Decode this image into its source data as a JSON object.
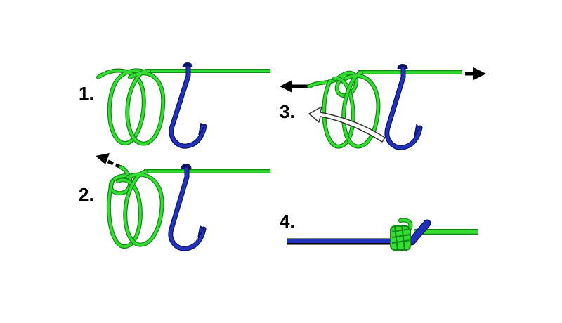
{
  "steps": [
    {
      "label": "1."
    },
    {
      "label": "2."
    },
    {
      "label": "3."
    },
    {
      "label": "4."
    }
  ],
  "colors": {
    "line": "#33dd33",
    "line_dark": "#118811",
    "hook": "#2233bb",
    "hook_dark": "#0a1266",
    "arrow": "#000000",
    "pull_arrow_fill": "#ffffff"
  },
  "icons": [
    "hook-icon",
    "line-coil",
    "direction-arrow",
    "pull-through-arrow",
    "finished-knot"
  ]
}
